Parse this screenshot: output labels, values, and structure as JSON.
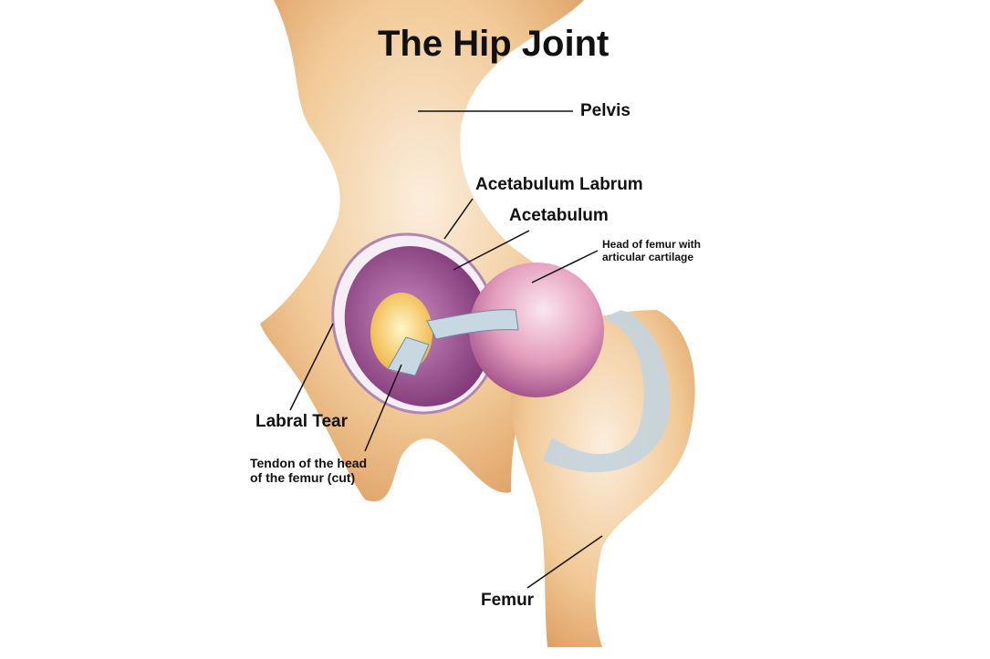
{
  "title": "The Hip Joint",
  "labels": {
    "pelvis": "Pelvis",
    "acetabulum_labrum": "Acetabulum Labrum",
    "acetabulum": "Acetabulum",
    "head_of_femur_line1": "Head of femur with",
    "head_of_femur_line2": "articular cartilage",
    "labral_tear": "Labral Tear",
    "tendon_line1": "Tendon of the head",
    "tendon_line2": "of the femur (cut)",
    "femur": "Femur"
  },
  "colors": {
    "bone": "#e9b47c",
    "bone_light": "#f7e2c6",
    "acetabulum": "#9a4d8e",
    "femur_head": "#dc94b4",
    "ligament": "#b8ccd8",
    "marrow": "#f3d04a"
  }
}
